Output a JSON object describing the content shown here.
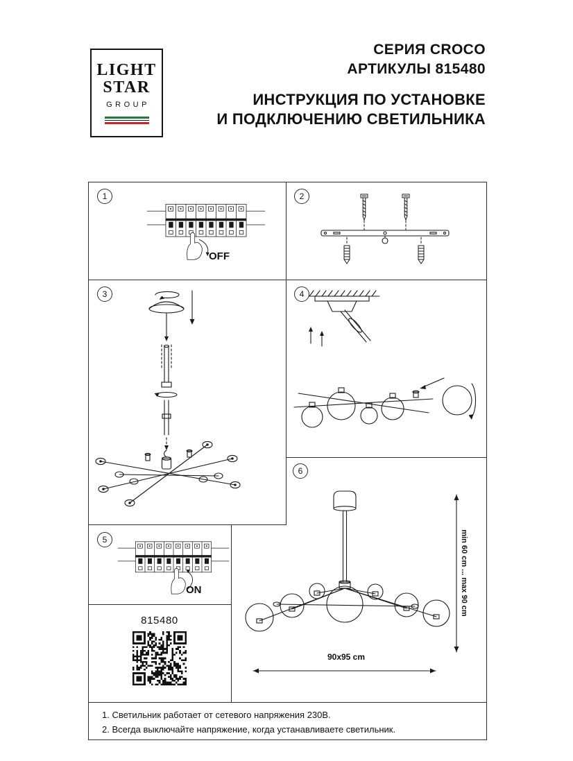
{
  "page": {
    "background": "#ffffff",
    "grid_line_color": "#2f2f2f"
  },
  "logo": {
    "line1": "LIGHT",
    "line2": "STAR",
    "line3": "GROUP",
    "flag_green": "#1E7B3C",
    "flag_red": "#C8232C"
  },
  "header": {
    "series": "СЕРИЯ CROCO",
    "articles": "АРТИКУЛЫ 815480",
    "title_line1": "ИНСТРУКЦИЯ ПО УСТАНОВКЕ",
    "title_line2": "И ПОДКЛЮЧЕНИЮ СВЕТИЛЬНИКА"
  },
  "steps": {
    "s1": {
      "number": "1",
      "label": "OFF"
    },
    "s2": {
      "number": "2"
    },
    "s3": {
      "number": "3"
    },
    "s4": {
      "number": "4"
    },
    "s5": {
      "number": "5",
      "label": "ON"
    },
    "s6": {
      "number": "6",
      "dim_vertical": "min 60 cm ... max 90 cm",
      "dim_horizontal": "90x95 cm"
    }
  },
  "article_panel": {
    "code": "815480"
  },
  "notes": {
    "line1": "1. Светильник работает от сетевого напряжения 230В.",
    "line2": "2. Всегда выключайте напряжение, когда устанавливаете светильник."
  }
}
